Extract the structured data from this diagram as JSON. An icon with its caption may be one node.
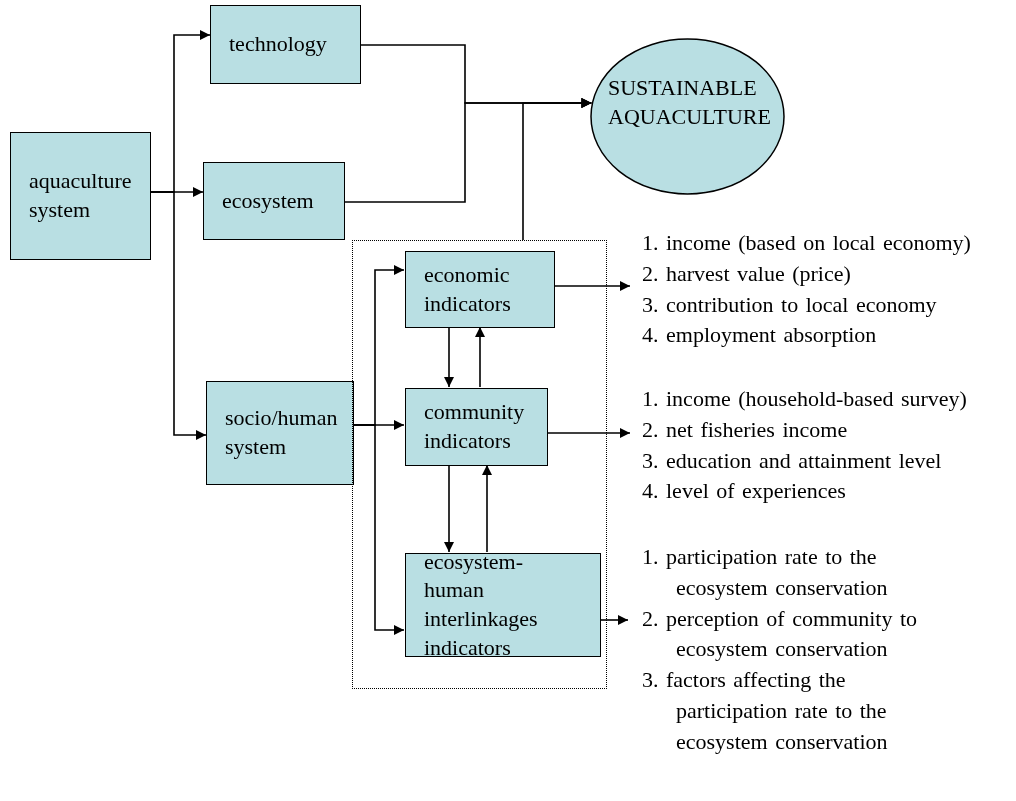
{
  "diagram": {
    "nodes": [
      {
        "text": [
          "aquaculture system"
        ]
      },
      {
        "text": [
          "technology"
        ]
      },
      {
        "text": [
          "ecosystem"
        ]
      },
      {
        "text": [
          "socio/human system"
        ]
      },
      {
        "text": [],
        "shape": "box"
      },
      {
        "text": [
          "economic indicators"
        ],
        "in": 4
      },
      {
        "text": [
          "community indicators"
        ],
        "in": 4
      },
      {
        "text": [
          "ecosystem-human interlinkages indicators"
        ],
        "in": 4
      },
      {
        "text": [
          "SUSTAINABLE AQUACULTURE"
        ]
      },
      {
        "text": [
          "1. income (based on local economy)",
          "2. harvest value (price)",
          "3. contribution to local economy",
          "4. employment absorption"
        ]
      },
      {
        "text": [
          "1. income (household-based survey)",
          "2. net fisheries income",
          "3. education and attainment level",
          "4. level of experiences"
        ]
      },
      {
        "text": [
          "1. participation rate to the ecosystem conservation",
          "2. perception of community to ecosystem conservation",
          "3. factors affecting the participation rate to the ecosystem conservation"
        ]
      }
    ],
    "edges": [
      {
        "from": 0,
        "to": 1,
        "arrow": "to"
      },
      {
        "from": 0,
        "to": 2,
        "arrow": "to"
      },
      {
        "from": 0,
        "to": 3,
        "arrow": "to"
      },
      {
        "from": 1,
        "to": 8,
        "arrow": "to"
      },
      {
        "from": 2,
        "to": 8,
        "arrow": "to"
      },
      {
        "from": 4,
        "to": 8,
        "arrow": "to"
      },
      {
        "from": 3,
        "to": 5,
        "arrow": "to"
      },
      {
        "from": 3,
        "to": 6,
        "arrow": "to"
      },
      {
        "from": 3,
        "to": 7,
        "arrow": "to"
      },
      {
        "from": 5,
        "to": 6,
        "arrow": "to"
      },
      {
        "from": 6,
        "to": 5,
        "arrow": "to"
      },
      {
        "from": 6,
        "to": 7,
        "arrow": "to"
      },
      {
        "from": 7,
        "to": 6,
        "arrow": "to"
      },
      {
        "from": 5,
        "to": 9,
        "arrow": "to"
      },
      {
        "from": 6,
        "to": 10,
        "arrow": "to"
      },
      {
        "from": 7,
        "to": 11,
        "arrow": "to"
      }
    ]
  }
}
